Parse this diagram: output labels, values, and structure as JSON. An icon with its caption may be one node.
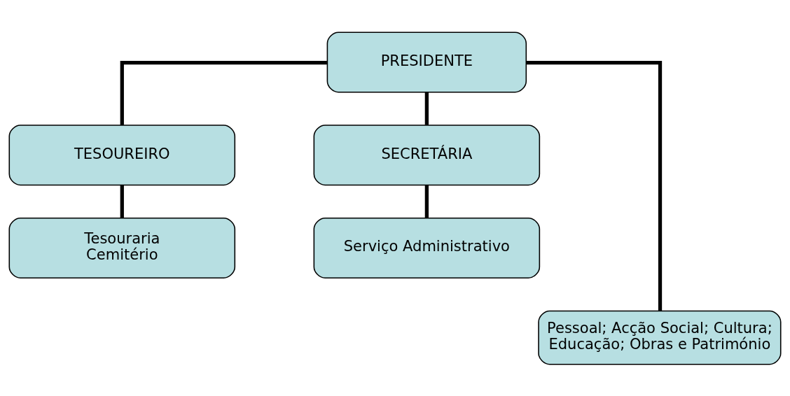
{
  "diagram": {
    "nodes": [
      {
        "text": [
          "PRESIDENTE"
        ]
      },
      {
        "text": [
          "TESOUREIRO"
        ]
      },
      {
        "text": [
          "SECRETÁRIA"
        ]
      },
      {
        "text": [
          "Tesouraria",
          "Cemitério"
        ]
      },
      {
        "text": [
          "Serviço Administrativo"
        ]
      },
      {
        "text": [
          "Pessoal; Acção Social; Cultura; Educação; Obras e Património"
        ]
      }
    ],
    "edges": [
      {
        "from": 0,
        "to": 1,
        "arrow": "none"
      },
      {
        "from": 0,
        "to": 2,
        "arrow": "none"
      },
      {
        "from": 1,
        "to": 3,
        "arrow": "none"
      },
      {
        "from": 2,
        "to": 4,
        "arrow": "none"
      },
      {
        "from": 0,
        "to": 5,
        "arrow": "none"
      }
    ]
  }
}
